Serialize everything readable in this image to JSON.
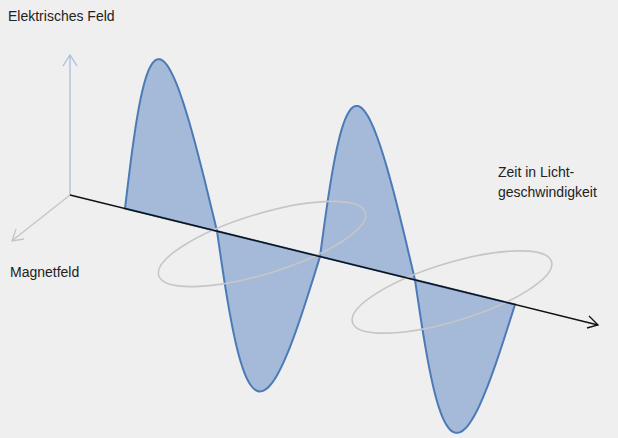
{
  "diagram": {
    "labels": [
      "Elektrisches Feld",
      "Magnetfeld",
      "Zeit in Licht- geschwindigkeit"
    ]
  }
}
